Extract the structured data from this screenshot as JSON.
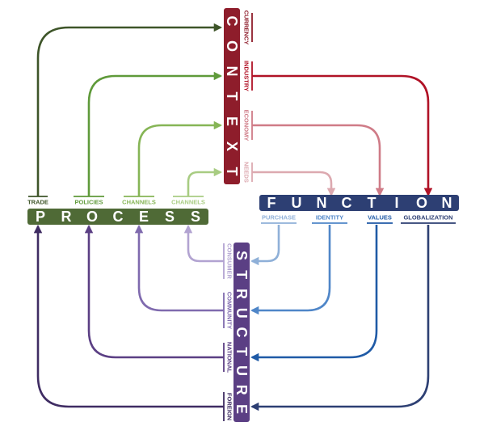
{
  "colors": {
    "process": "#4f6a36",
    "context": "#8e1d2b",
    "function": "#2d3f73",
    "structure": "#5b3f84",
    "trade": "#3e5529",
    "policies": "#5f9a3a",
    "channels": "#86b556",
    "channels_light": "#a8cc82",
    "currency": "#8e1d2b",
    "industry": "#b01226",
    "economy": "#cf7b87",
    "needs": "#dca9b0",
    "purchase": "#8fb0d8",
    "identity": "#4f86c8",
    "values": "#1f5aa6",
    "globalization": "#2d3f73",
    "consumer": "#b2a3d1",
    "community": "#7f6aae",
    "national": "#5b3f84",
    "foreign": "#3f2c63"
  },
  "process": {
    "title": [
      "P",
      "R",
      "O",
      "C",
      "E",
      "S",
      "S"
    ],
    "labels": [
      "TRADE",
      "POLICIES",
      "CHANNELS",
      "CHANNELS"
    ]
  },
  "context": {
    "title": [
      "C",
      "O",
      "N",
      "T",
      "E",
      "X",
      "T"
    ],
    "labels": [
      "CURRENCY",
      "INDUSTRY",
      "ECONOMY",
      "NEEDS"
    ]
  },
  "function": {
    "title": [
      "F",
      "U",
      "N",
      "C",
      "T",
      "I",
      "O",
      "N"
    ],
    "labels": [
      "PURCHASE",
      "IDENTITY",
      "VALUES",
      "GLOBALIZATION"
    ]
  },
  "structure": {
    "title": [
      "S",
      "T",
      "R",
      "U",
      "C",
      "T",
      "U",
      "R",
      "E"
    ],
    "labels": [
      "CONSUMER",
      "COMMUNITY",
      "NATIONAL",
      "FOREIGN"
    ]
  }
}
